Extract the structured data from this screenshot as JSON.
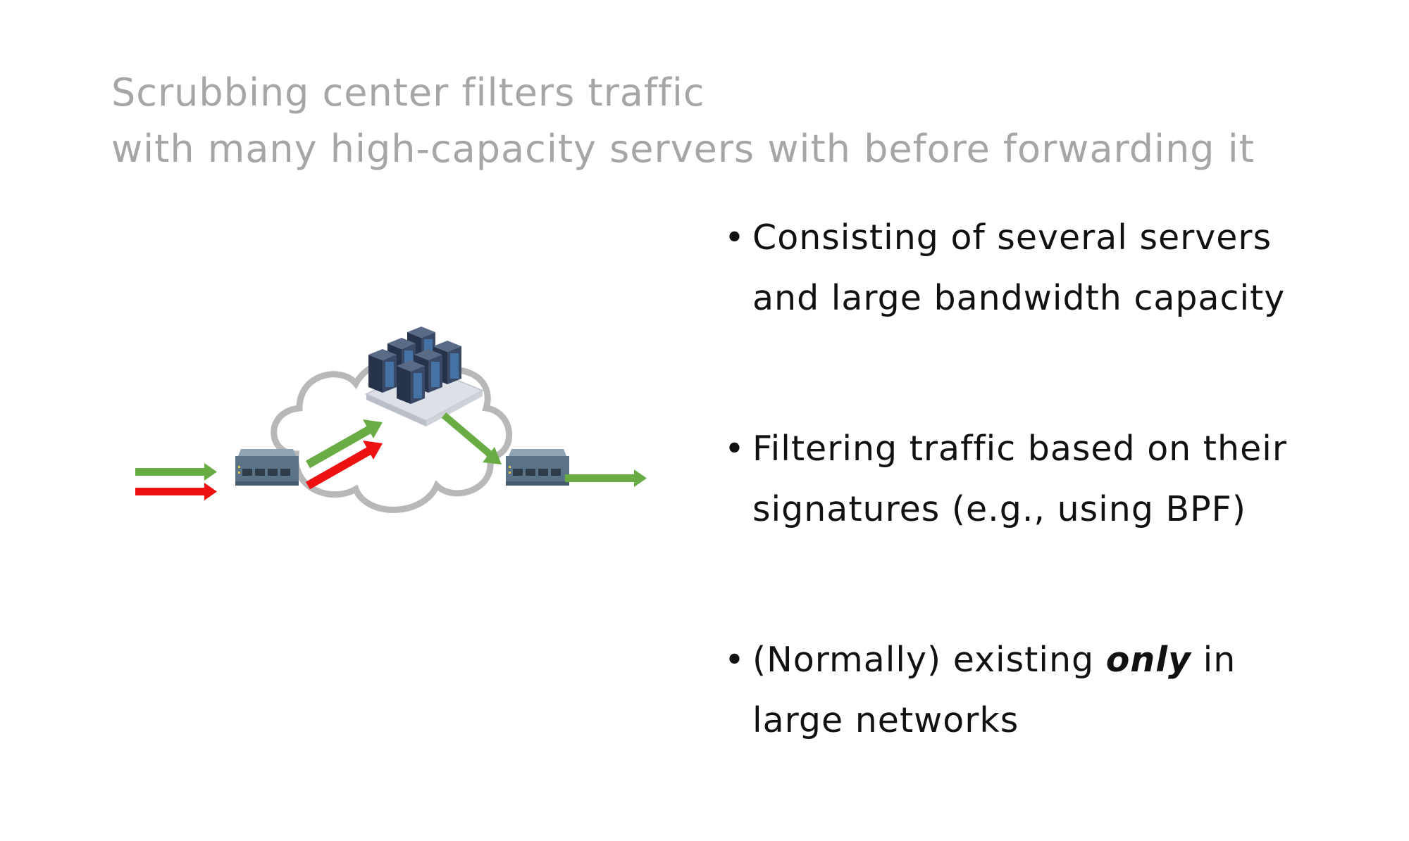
{
  "slide": {
    "title_line1": "Scrubbing center filters traffic",
    "title_line2": "with many high-capacity servers with before forwarding it",
    "bullets": [
      {
        "line1": "Consisting of several servers",
        "line2": "and large bandwidth capacity"
      },
      {
        "line1": "Filtering traffic based on their",
        "line2": "signatures (e.g., using BPF)"
      },
      {
        "line1_pre": "(Normally) existing ",
        "line1_em": "only",
        "line1_post": " in",
        "line2": "large networks"
      }
    ],
    "bullet_marker": "•"
  },
  "diagram": {
    "nodes": [
      {
        "icon": "router-icon",
        "role": "ingress router"
      },
      {
        "icon": "server-cluster-icon",
        "role": "scrubbing center"
      },
      {
        "icon": "router-icon",
        "role": "egress router"
      },
      {
        "icon": "cloud-icon",
        "role": "network"
      }
    ],
    "colors": {
      "legit_traffic": "#6aac44",
      "attack_traffic": "#ee1111",
      "router": "#5b7386",
      "server": "#2f3d55",
      "cloud_outline": "#b8b8b8"
    }
  }
}
